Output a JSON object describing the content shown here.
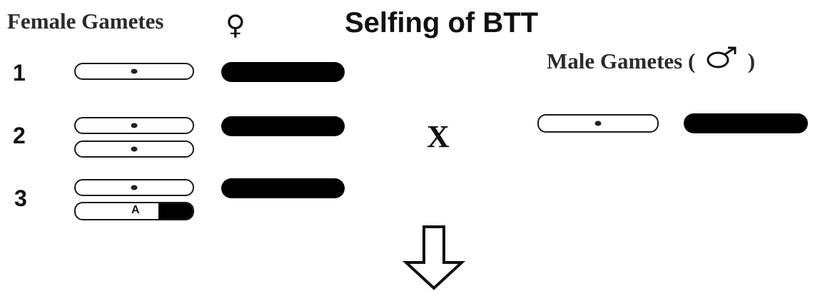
{
  "title": "Selfing of BTT",
  "female": {
    "label": "Female Gametes",
    "symbol": "♀"
  },
  "male": {
    "label": "Male Gametes (",
    "close": ")"
  },
  "gamete_numbers": [
    "1",
    "2",
    "3"
  ],
  "cross_symbol": "X",
  "chromosome_marker_A": "A"
}
